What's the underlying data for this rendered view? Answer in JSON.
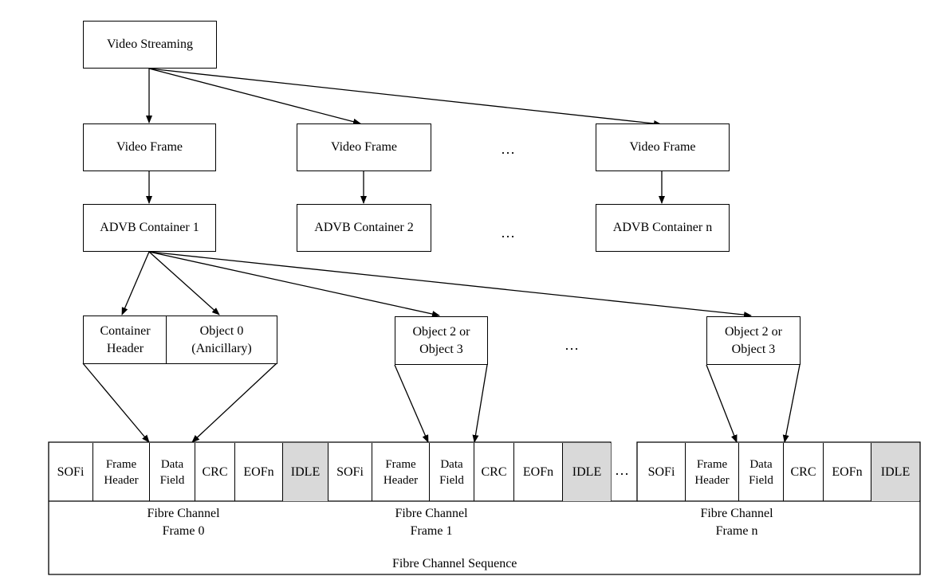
{
  "stream": "Video Streaming",
  "frames": [
    "Video Frame",
    "Video Frame",
    "Video Frame"
  ],
  "containers": [
    "ADVB Container 1",
    "ADVB Container 2",
    "ADVB Container n"
  ],
  "ellipsis": "…",
  "container_header": "Container\nHeader",
  "object0": "Object 0\n(Anicillary)",
  "object23": [
    "Object 2 or\nObject 3",
    "Object 2 or\nObject 3"
  ],
  "fc_cells": {
    "sofi": "SOFi",
    "header": "Frame\nHeader",
    "data": "Data\nField",
    "crc": "CRC",
    "eofn": "EOFn",
    "idle": "IDLE"
  },
  "fc_frames": [
    "Fibre Channel\nFrame 0",
    "Fibre Channel\nFrame 1",
    "Fibre Channel\nFrame n"
  ],
  "sequence": "Fibre Channel Sequence",
  "colors": {
    "line": "#000000",
    "idle_fill": "#d9d9d9",
    "background": "#ffffff"
  }
}
